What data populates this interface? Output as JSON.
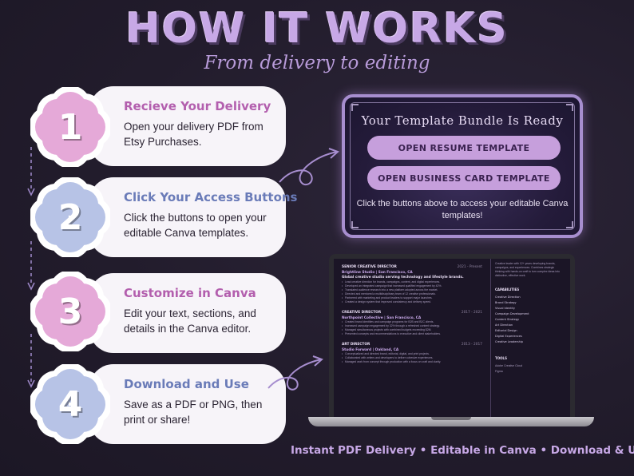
{
  "header": {
    "title": "HOW IT WORKS",
    "subtitle": "From delivery to editing"
  },
  "steps": [
    {
      "number": "1",
      "heading": "Recieve Your Delivery",
      "text": "Open your delivery PDF from Etsy Purchases.",
      "color": "#e5a9d8",
      "heading_color": "#b35fae"
    },
    {
      "number": "2",
      "heading": "Click Your Access Buttons",
      "text": "Click the buttons to open your editable Canva templates.",
      "color": "#b7c3e6",
      "heading_color": "#6a7bb8"
    },
    {
      "number": "3",
      "heading": "Customize in Canva",
      "text": "Edit your text, sections, and details in the Canva editor.",
      "color": "#e5a9d8",
      "heading_color": "#b35fae"
    },
    {
      "number": "4",
      "heading": "Download and Use",
      "text": "Save as a PDF or PNG, then print or share!",
      "color": "#b7c3e6",
      "heading_color": "#6a7bb8"
    }
  ],
  "bundle": {
    "title": "Your Template Bundle Is Ready",
    "buttons": [
      "OPEN RESUME TEMPLATE",
      "OPEN BUSINESS CARD TEMPLATE"
    ],
    "note": "Click the buttons above to access your editable Canva templates!"
  },
  "resume": {
    "jobs": [
      {
        "role": "SENIOR CREATIVE DIRECTOR",
        "dates": "2021 - Present",
        "company": "Brightline Studio | San Francisco, CA",
        "tagline": "Global creative studio serving technology and lifestyle brands.",
        "bullets": [
          "Lead creative direction for brands, campaigns, content, and digital experiences.",
          "Developed an integrated campaign that increased qualified engagement by 42%.",
          "Translated audience research into a new platform adopted across the market.",
          "Directed and mentored a multidisciplinary team of 12 creative professionals.",
          "Partnered with marketing and product leaders to support major launches.",
          "Created a design system that improved consistency and delivery speed."
        ]
      },
      {
        "role": "CREATIVE DIRECTOR",
        "dates": "2017 - 2021",
        "company": "Northpoint Collective | San Francisco, CA",
        "tagline": "",
        "bullets": [
          "Created brand identities and campaign programs for B2B and B2C clients.",
          "Increased campaign engagement by 32% through a refreshed content strategy.",
          "Managed simultaneous projects with combined budgets exceeding $2M.",
          "Presented concepts and recommendations to executive and client stakeholders."
        ]
      },
      {
        "role": "ART DIRECTOR",
        "dates": "2013 - 2017",
        "company": "Studio Forward | Oakland, CA",
        "tagline": "",
        "bullets": [
          "Conceptualized and directed brand, editorial, digital, and print projects.",
          "Collaborated with writers and developers to deliver cohesive experiences.",
          "Managed work from concept through production with a focus on craft and clarity."
        ]
      }
    ],
    "sidebar": {
      "blurb": "Creative leader with 12+ years developing brands, campaigns, and experiences. Combines strategic thinking with hands-on craft to turn complex ideas into distinctive, effective work.",
      "capabilities_heading": "CAPABILITIES",
      "capabilities": [
        "Creative Direction",
        "Brand Strategy",
        "Visual Identity",
        "Campaign Development",
        "Content Strategy",
        "Art Direction",
        "Editorial Design",
        "Digital Experiences",
        "Creative Leadership"
      ],
      "tools_heading": "TOOLS",
      "tools": [
        "Adobe Creative Cloud",
        "Figma"
      ]
    }
  },
  "footer": "Instant PDF Delivery • Editable in Canva • Download & Use"
}
